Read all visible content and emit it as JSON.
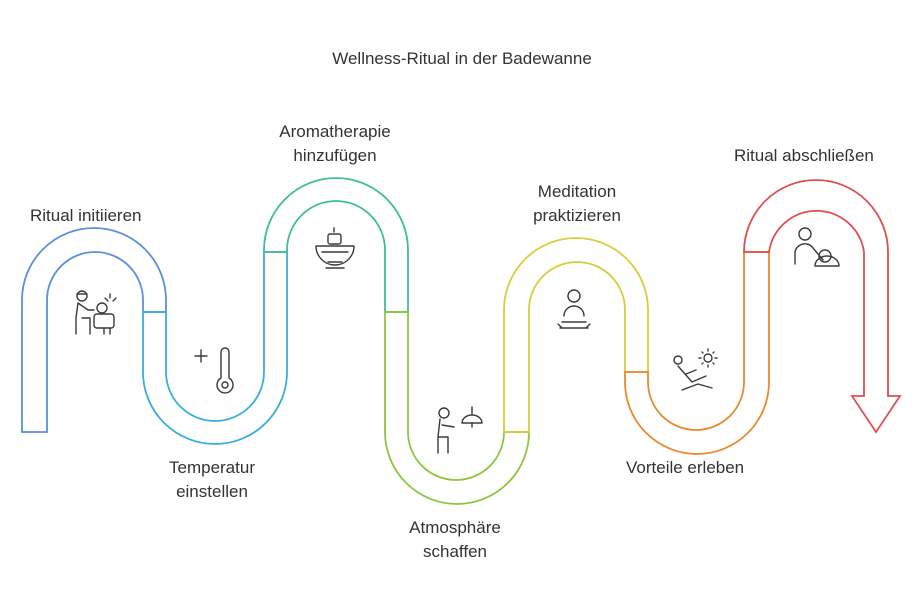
{
  "title": "Wellness-Ritual in der Badewanne",
  "steps": [
    {
      "label": "Ritual initiieren",
      "icon": "person-preparing-bath-icon",
      "color": "#5b8fe0"
    },
    {
      "label": "Temperatur einstellen",
      "icon": "thermometer-icon",
      "color": "#3aaedb"
    },
    {
      "label": "Aromatherapie hinzufügen",
      "icon": "aroma-diffuser-icon",
      "color": "#3dbf9a"
    },
    {
      "label": "Atmosphäre schaffen",
      "icon": "person-with-lamp-icon",
      "color": "#8dc63f"
    },
    {
      "label": "Meditation praktizieren",
      "icon": "meditating-person-icon",
      "color": "#d9cd3a"
    },
    {
      "label": "Vorteile erleben",
      "icon": "relaxing-person-sun-icon",
      "color": "#e88a2e"
    },
    {
      "label": "Ritual abschließen",
      "icon": "person-with-towel-icon",
      "color": "#e04f4f"
    }
  ]
}
